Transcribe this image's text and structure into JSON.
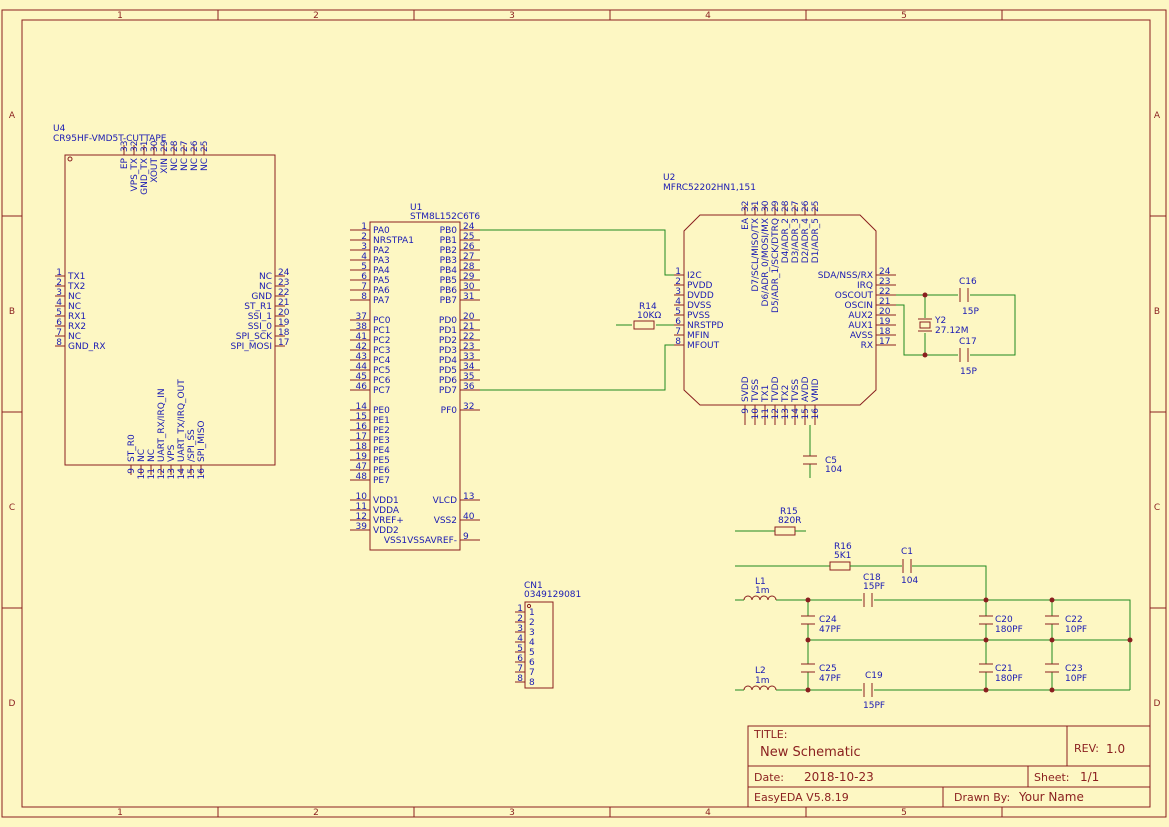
{
  "frame": {
    "col_labels": [
      "1",
      "2",
      "3",
      "4",
      "5"
    ],
    "row_labels": [
      "A",
      "B",
      "C",
      "D"
    ]
  },
  "title_block": {
    "title_label": "TITLE:",
    "title": "New Schematic",
    "rev_label": "REV:",
    "rev": "1.0",
    "date_label": "Date:",
    "date": "2018-10-23",
    "sheet_label": "Sheet:",
    "sheet": "1/1",
    "tool": "EasyEDA V5.8.19",
    "drawn_label": "Drawn By:",
    "drawn_by": "Your Name"
  },
  "u4": {
    "ref": "U4",
    "value": "CR95HF-VMD5T-CUTTAPE",
    "top_pins": [
      {
        "num": "33",
        "name": "EP"
      },
      {
        "num": "32",
        "name": "VPS_TX"
      },
      {
        "num": "31",
        "name": "GND_TX"
      },
      {
        "num": "30",
        "name": "XOUT"
      },
      {
        "num": "29",
        "name": "XIN"
      },
      {
        "num": "28",
        "name": "NC"
      },
      {
        "num": "27",
        "name": "NC"
      },
      {
        "num": "26",
        "name": "NC"
      },
      {
        "num": "25",
        "name": "NC"
      }
    ],
    "left_pins": [
      {
        "num": "1",
        "name": "TX1"
      },
      {
        "num": "2",
        "name": "TX2"
      },
      {
        "num": "3",
        "name": "NC"
      },
      {
        "num": "4",
        "name": "NC"
      },
      {
        "num": "5",
        "name": "RX1"
      },
      {
        "num": "6",
        "name": "RX2"
      },
      {
        "num": "7",
        "name": "NC"
      },
      {
        "num": "8",
        "name": "GND_RX"
      }
    ],
    "right_pins": [
      {
        "num": "24",
        "name": "NC"
      },
      {
        "num": "23",
        "name": "NC"
      },
      {
        "num": "22",
        "name": "GND"
      },
      {
        "num": "21",
        "name": "ST_R1"
      },
      {
        "num": "20",
        "name": "SSI_1"
      },
      {
        "num": "19",
        "name": "SSI_0"
      },
      {
        "num": "18",
        "name": "SPI_SCK"
      },
      {
        "num": "17",
        "name": "SPI_MOSI"
      }
    ],
    "bottom_pins": [
      {
        "num": "9",
        "name": "ST_R0"
      },
      {
        "num": "10",
        "name": "NC"
      },
      {
        "num": "11",
        "name": "NC"
      },
      {
        "num": "12",
        "name": "UART_RX/IRQ_IN"
      },
      {
        "num": "13",
        "name": "VPS"
      },
      {
        "num": "14",
        "name": "UART_TX/IRQ_OUT"
      },
      {
        "num": "15",
        "name": "/SPI_SS"
      },
      {
        "num": "16",
        "name": "SPI_MISO"
      }
    ]
  },
  "u1": {
    "ref": "U1",
    "value": "STM8L152C6T6",
    "left_pins": [
      {
        "num": "1",
        "name": "PA0"
      },
      {
        "num": "2",
        "name": "NRSTPA1"
      },
      {
        "num": "3",
        "name": "PA2"
      },
      {
        "num": "4",
        "name": "PA3"
      },
      {
        "num": "5",
        "name": "PA4"
      },
      {
        "num": "6",
        "name": "PA5"
      },
      {
        "num": "7",
        "name": "PA6"
      },
      {
        "num": "8",
        "name": "PA7"
      },
      {
        "num": "37",
        "name": "PC0"
      },
      {
        "num": "38",
        "name": "PC1"
      },
      {
        "num": "41",
        "name": "PC2"
      },
      {
        "num": "42",
        "name": "PC3"
      },
      {
        "num": "43",
        "name": "PC4"
      },
      {
        "num": "44",
        "name": "PC5"
      },
      {
        "num": "45",
        "name": "PC6"
      },
      {
        "num": "46",
        "name": "PC7"
      },
      {
        "num": "14",
        "name": "PE0"
      },
      {
        "num": "15",
        "name": "PE1"
      },
      {
        "num": "16",
        "name": "PE2"
      },
      {
        "num": "17",
        "name": "PE3"
      },
      {
        "num": "18",
        "name": "PE4"
      },
      {
        "num": "19",
        "name": "PE5"
      },
      {
        "num": "47",
        "name": "PE6"
      },
      {
        "num": "48",
        "name": "PE7"
      },
      {
        "num": "10",
        "name": "VDD1"
      },
      {
        "num": "11",
        "name": "VDDA"
      },
      {
        "num": "12",
        "name": "VREF+"
      },
      {
        "num": "39",
        "name": "VDD2"
      }
    ],
    "right_pins": [
      {
        "num": "24",
        "name": "PB0"
      },
      {
        "num": "25",
        "name": "PB1"
      },
      {
        "num": "26",
        "name": "PB2"
      },
      {
        "num": "27",
        "name": "PB3"
      },
      {
        "num": "28",
        "name": "PB4"
      },
      {
        "num": "29",
        "name": "PB5"
      },
      {
        "num": "30",
        "name": "PB6"
      },
      {
        "num": "31",
        "name": "PB7"
      },
      {
        "num": "20",
        "name": "PD0"
      },
      {
        "num": "21",
        "name": "PD1"
      },
      {
        "num": "22",
        "name": "PD2"
      },
      {
        "num": "23",
        "name": "PD3"
      },
      {
        "num": "33",
        "name": "PD4"
      },
      {
        "num": "34",
        "name": "PD5"
      },
      {
        "num": "35",
        "name": "PD6"
      },
      {
        "num": "36",
        "name": "PD7"
      },
      {
        "num": "32",
        "name": "PF0"
      },
      {
        "num": "13",
        "name": "VLCD"
      },
      {
        "num": "40",
        "name": "VSS2"
      },
      {
        "num": "9",
        "name": "VSS1VSSAVREF-"
      }
    ]
  },
  "u2": {
    "ref": "U2",
    "value": "MFRC52202HN1,151",
    "top_pins": [
      {
        "num": "32",
        "name": "EA"
      },
      {
        "num": "31",
        "name": "D7/SCL/MISO/TX"
      },
      {
        "num": "30",
        "name": "D6/ADR_0/MOSI/MX"
      },
      {
        "num": "29",
        "name": "D5/ADR_1/SCK/DTRQ"
      },
      {
        "num": "28",
        "name": "D4/ADR_2"
      },
      {
        "num": "27",
        "name": "D3/ADR_3"
      },
      {
        "num": "26",
        "name": "D2/ADR_4"
      },
      {
        "num": "25",
        "name": "D1/ADR_5"
      }
    ],
    "left_pins": [
      {
        "num": "1",
        "name": "I2C"
      },
      {
        "num": "2",
        "name": "PVDD"
      },
      {
        "num": "3",
        "name": "DVDD"
      },
      {
        "num": "4",
        "name": "DVSS"
      },
      {
        "num": "5",
        "name": "PVSS"
      },
      {
        "num": "6",
        "name": "NRSTPD"
      },
      {
        "num": "7",
        "name": "MFIN"
      },
      {
        "num": "8",
        "name": "MFOUT"
      }
    ],
    "right_pins": [
      {
        "num": "24",
        "name": "SDA/NSS/RX"
      },
      {
        "num": "23",
        "name": "IRQ"
      },
      {
        "num": "22",
        "name": "OSCOUT"
      },
      {
        "num": "21",
        "name": "OSCIN"
      },
      {
        "num": "20",
        "name": "AUX2"
      },
      {
        "num": "19",
        "name": "AUX1"
      },
      {
        "num": "18",
        "name": "AVSS"
      },
      {
        "num": "17",
        "name": "RX"
      }
    ],
    "bottom_pins": [
      {
        "num": "9",
        "name": "SVDD"
      },
      {
        "num": "10",
        "name": "TVSS"
      },
      {
        "num": "11",
        "name": "TX1"
      },
      {
        "num": "12",
        "name": "TVDD"
      },
      {
        "num": "13",
        "name": "TX2"
      },
      {
        "num": "14",
        "name": "TVSS"
      },
      {
        "num": "15",
        "name": "AVDD"
      },
      {
        "num": "16",
        "name": "VMID"
      }
    ]
  },
  "cn1": {
    "ref": "CN1",
    "value": "0349129081",
    "pins": [
      {
        "num": "1",
        "name": "1"
      },
      {
        "num": "2",
        "name": "2"
      },
      {
        "num": "3",
        "name": "3"
      },
      {
        "num": "4",
        "name": "4"
      },
      {
        "num": "5",
        "name": "5"
      },
      {
        "num": "6",
        "name": "6"
      },
      {
        "num": "7",
        "name": "7"
      },
      {
        "num": "8",
        "name": "8"
      }
    ]
  },
  "passives": {
    "r14": {
      "ref": "R14",
      "value": "10KΩ"
    },
    "c16": {
      "ref": "C16",
      "value": "15P"
    },
    "y2": {
      "ref": "Y2",
      "value": "27.12M"
    },
    "c17": {
      "ref": "C17",
      "value": "15P"
    },
    "c5": {
      "ref": "C5",
      "value": "104"
    },
    "r15": {
      "ref": "R15",
      "value": "820R"
    },
    "r16": {
      "ref": "R16",
      "value": "5K1"
    },
    "c1": {
      "ref": "C1",
      "value": "104"
    },
    "l1": {
      "ref": "L1",
      "value": "1m"
    },
    "c18": {
      "ref": "C18",
      "value": "15PF"
    },
    "c24": {
      "ref": "C24",
      "value": "47PF"
    },
    "c20": {
      "ref": "C20",
      "value": "180PF"
    },
    "c22": {
      "ref": "C22",
      "value": "10PF"
    },
    "l2": {
      "ref": "L2",
      "value": "1m"
    },
    "c25": {
      "ref": "C25",
      "value": "47PF"
    },
    "c19": {
      "ref": "C19",
      "value": "15PF"
    },
    "c21": {
      "ref": "C21",
      "value": "180PF"
    },
    "c23": {
      "ref": "C23",
      "value": "10PF"
    }
  }
}
